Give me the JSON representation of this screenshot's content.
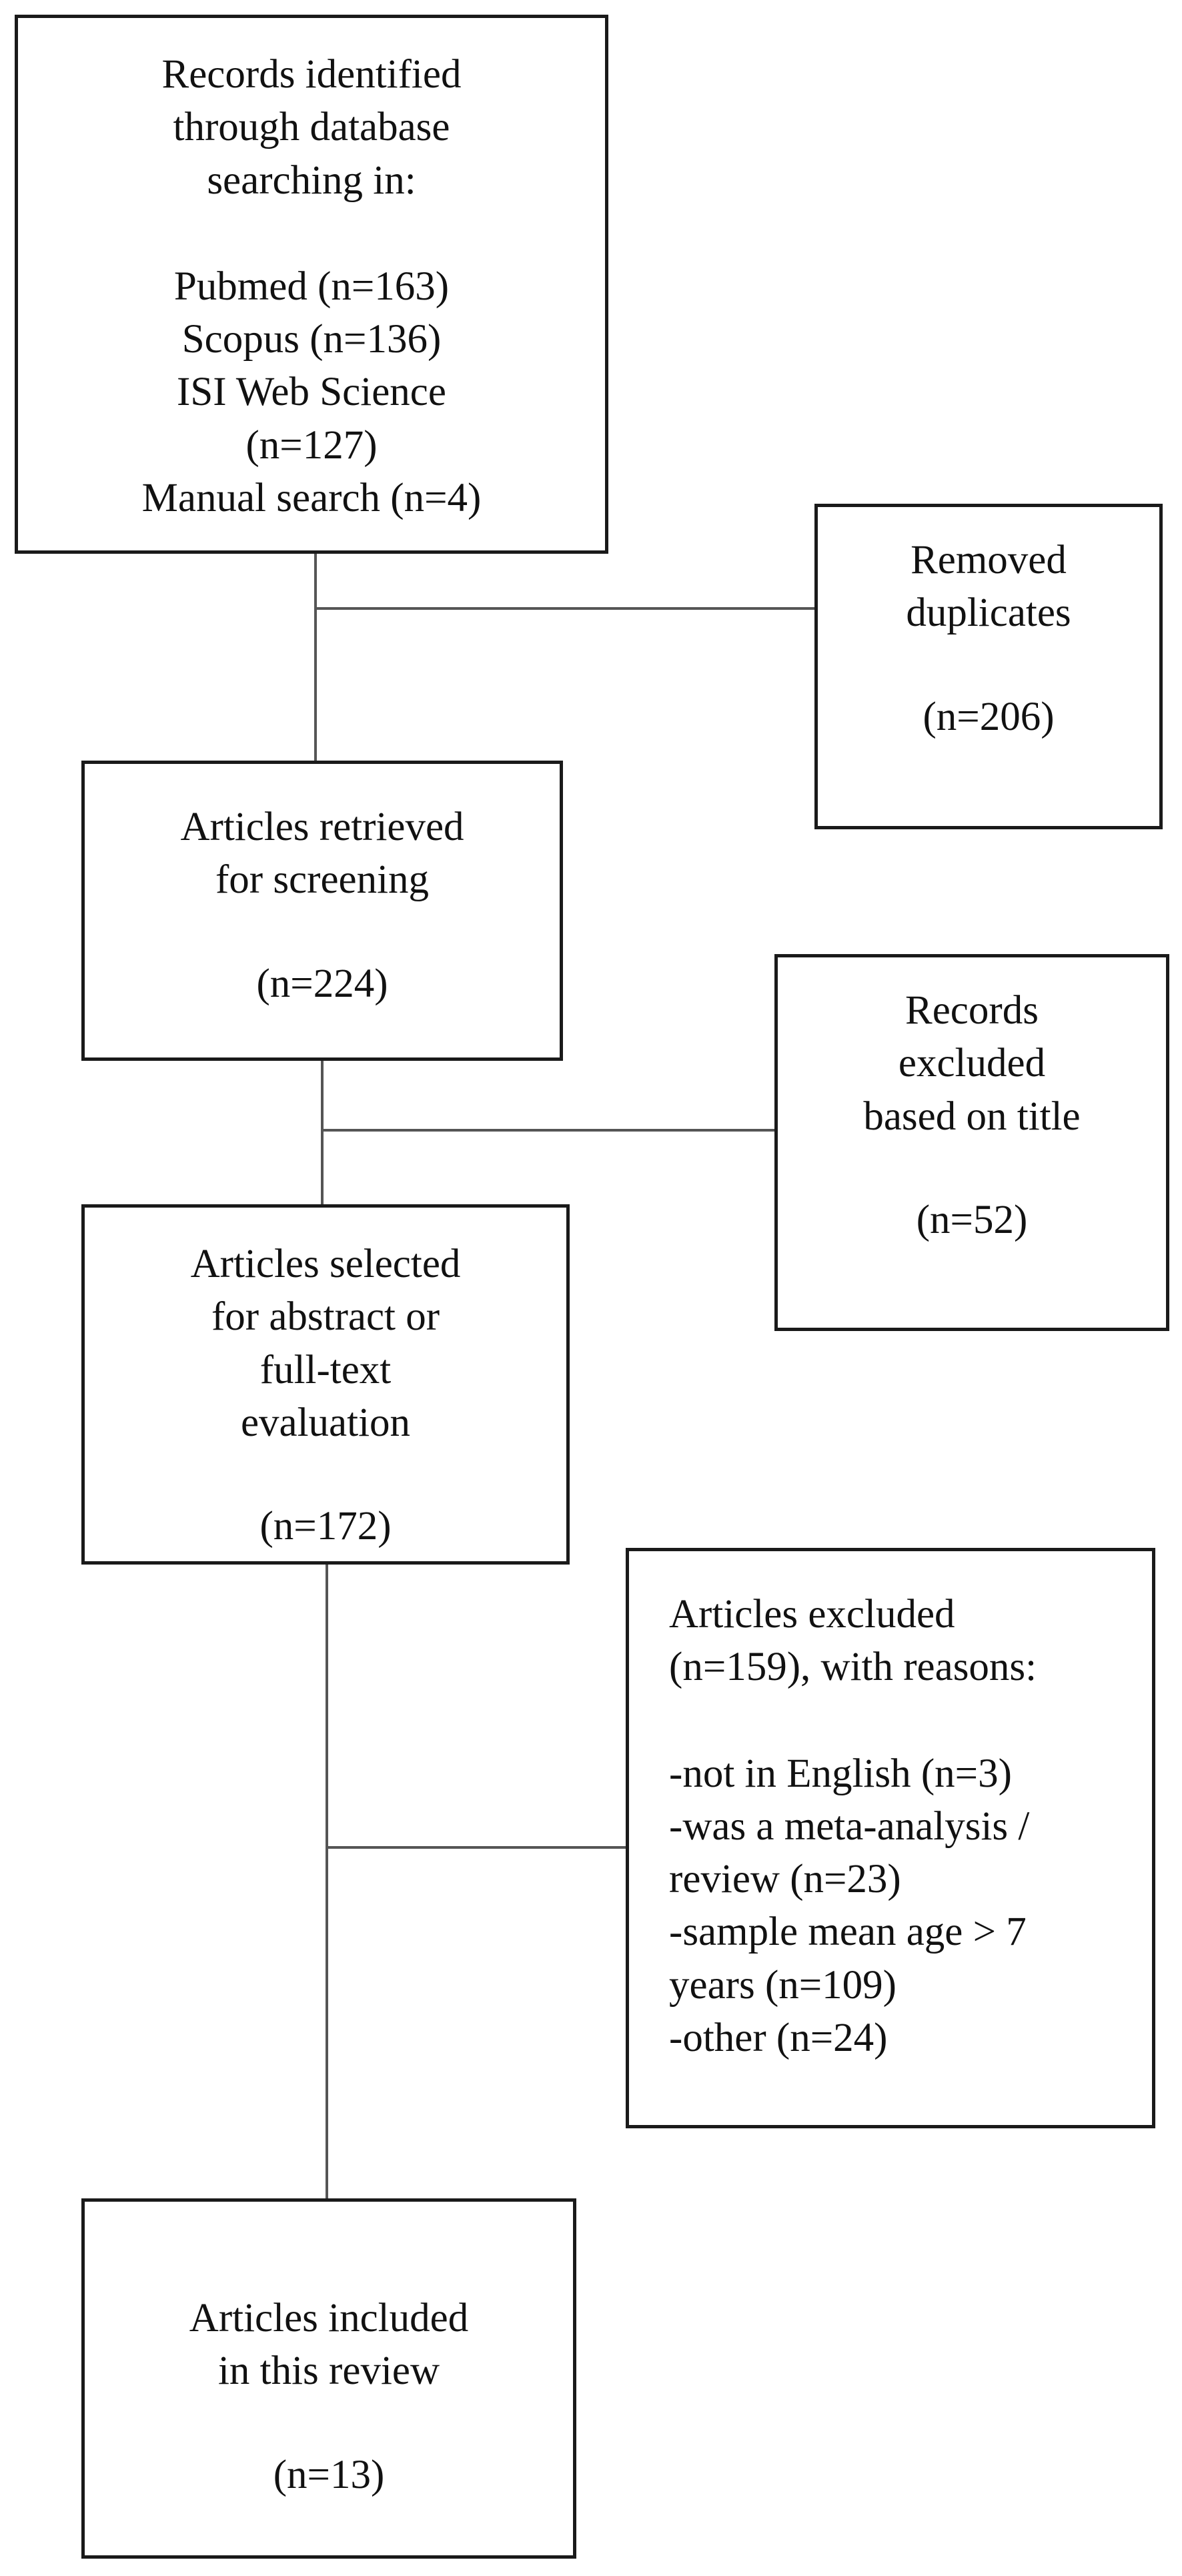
{
  "flow": {
    "records_identified": {
      "heading": [
        "Records identified",
        "through database",
        "searching in:"
      ],
      "sources": [
        "Pubmed (n=163)",
        "Scopus (n=136)",
        "ISI Web Science",
        "(n=127)",
        "Manual search (n=4)"
      ]
    },
    "removed_duplicates": {
      "label": [
        "Removed",
        "duplicates"
      ],
      "count": "(n=206)"
    },
    "articles_retrieved": {
      "label": [
        "Articles retrieved",
        "for screening"
      ],
      "count": "(n=224)"
    },
    "records_excluded_title": {
      "label": [
        "Records",
        "excluded",
        "based on title"
      ],
      "count": "(n=52)"
    },
    "articles_selected": {
      "label": [
        "Articles selected",
        "for abstract or",
        "full-text",
        "evaluation"
      ],
      "count": "(n=172)"
    },
    "articles_excluded": {
      "heading": [
        "Articles excluded",
        "(n=159), with reasons:"
      ],
      "reasons": [
        "-not in English (n=3)",
        "-was a meta-analysis /",
        "review (n=23)",
        "-sample mean age > 7",
        "years (n=109)",
        "-other (n=24)"
      ]
    },
    "articles_included": {
      "label": [
        "Articles included",
        "in this review"
      ],
      "count": "(n=13)"
    }
  }
}
